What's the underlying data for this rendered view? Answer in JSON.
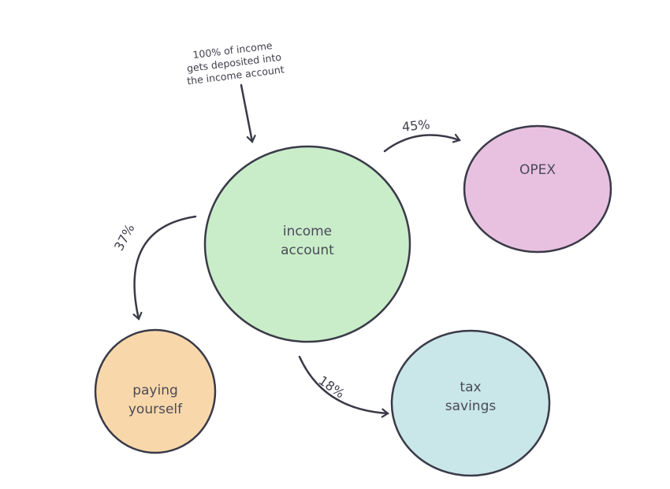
{
  "note": {
    "lines": [
      "100% of income",
      "gets deposited into",
      "the income account"
    ]
  },
  "nodes": {
    "income": {
      "line1": "income",
      "line2": "account",
      "color": "#c9edc9"
    },
    "opex": {
      "line1": "OPEX",
      "color": "#e9c1e0"
    },
    "paying": {
      "line1": "paying",
      "line2": "yourself",
      "color": "#f8d8ab"
    },
    "tax": {
      "line1": "tax",
      "line2": "savings",
      "color": "#c9e6e8"
    }
  },
  "flows": {
    "opex": "45%",
    "paying": "37%",
    "tax": "18%"
  }
}
